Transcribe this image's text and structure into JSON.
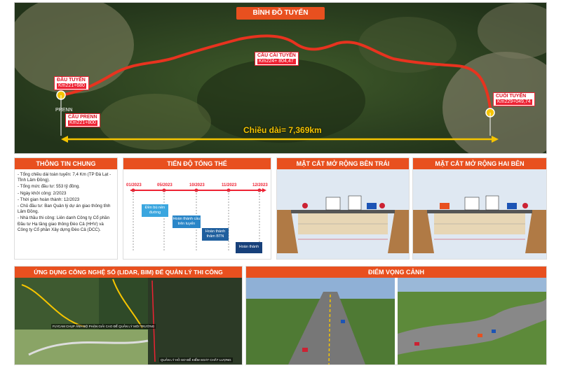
{
  "map": {
    "title": "BÌNH ĐỒ TUYẾN",
    "start": {
      "name": "ĐẦU TUYẾN",
      "km": "Km221+680"
    },
    "prenn": {
      "name": "CẦU PRENN",
      "km": "Km221+800"
    },
    "bridge": {
      "name": "CẦU CÁI TUYẾN",
      "km": "Km224+ 804,47"
    },
    "end": {
      "name": "CUỐI TUYẾN",
      "km": "Km229+049,74"
    },
    "prenn_short": "PRENN",
    "length": "Chiều dài= 7,369km"
  },
  "info": {
    "title": "THÔNG TIN CHUNG",
    "items": [
      "Tổng chiều dài toàn tuyến: 7,4 Km (TP Đà Lạt - Tỉnh Lâm Đồng).",
      "Tổng mức đầu tư: 553 tỷ đồng.",
      "Ngày khởi công: 2/2023",
      "Thời gian hoàn thành: 12/2023",
      "Chủ đầu tư: Ban Quản lý dự án giao thông tỉnh Lâm Đồng.",
      "Nhà thầu thi công: Liên danh Công ty Cổ phần Đầu tư Hạ tầng giao thông Đèo Cả (HHV) và Công ty Cổ phần Xây dựng Đèo Cả (DCC)."
    ]
  },
  "progress": {
    "title": "TIẾN ĐỘ TỔNG THỂ",
    "dates": [
      "01/2023",
      "05/2023",
      "10/2023",
      "11/2023",
      "12/2023"
    ],
    "steps": [
      "Đền bù nền đường",
      "Hoàn thành cầu trên tuyến",
      "Hoàn thành thảm BTN",
      "Hoàn thành"
    ]
  },
  "sections": {
    "left_title": "MẶT CẮT MỞ RỘNG BÊN TRÁI",
    "both_title": "MẶT CẮT MỞ RỘNG HAI BÊN"
  },
  "bim": {
    "title": "ỨNG DỤNG CÔNG NGHỆ SỐ (LIDAR, BIM) ĐỂ QUẢN LÝ THI CÔNG",
    "caption1": "FLYCAM CHỤP ẢNH BỘ PHẬN GIẢI CAO ĐỂ QUẢN LÝ MÔI TRƯỜNG",
    "caption2": "QUẢN LÝ HỒ SƠ ĐỂ KIỂM SOÁT CHẤT LƯỢNG"
  },
  "view": {
    "title": "ĐIỂM VỌNG CẢNH"
  },
  "colors": {
    "accent": "#e8501f",
    "route": "#e8331f",
    "marker": "#f5c400"
  }
}
